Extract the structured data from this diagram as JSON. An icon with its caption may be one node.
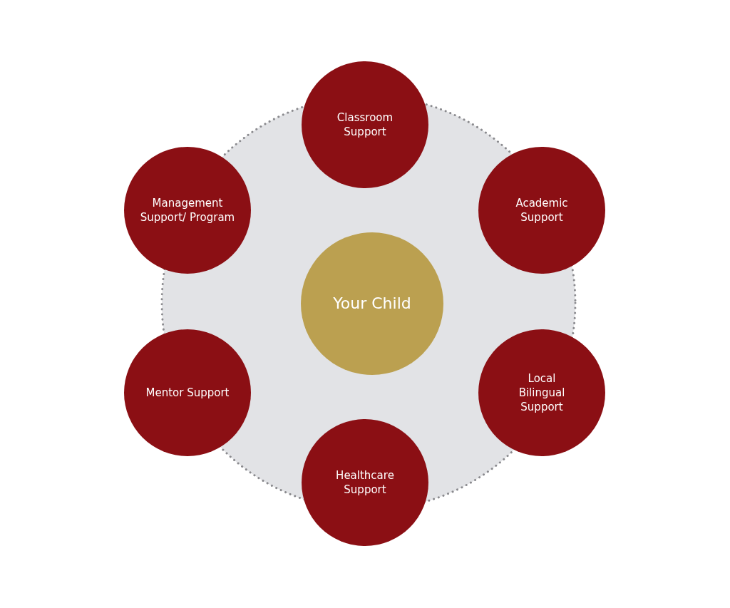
{
  "diagram": {
    "nodes": [
      {
        "text": [
          "Classroom Support"
        ]
      },
      {
        "text": [
          "Management Support/ Program"
        ]
      },
      {
        "text": [
          "Academic Support"
        ]
      },
      {
        "text": [
          "Your Child"
        ]
      },
      {
        "text": [
          "Mentor Support"
        ]
      },
      {
        "text": [
          "Local Bilingual Support"
        ]
      },
      {
        "text": [
          "Healthcare Support"
        ]
      }
    ],
    "edges": []
  }
}
